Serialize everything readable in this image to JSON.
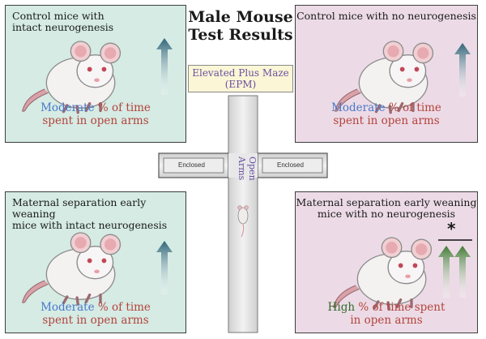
{
  "title": "Male Mouse\nTest Results",
  "title_line1": "Male Mouse",
  "title_line2": "Test Results",
  "maze": {
    "label_line1": "Elevated Plus Maze",
    "label_line2": "(EPM)",
    "enclosed_left": "Enclosed",
    "enclosed_right": "Enclosed",
    "open_arms": "Open Arms"
  },
  "panels": {
    "top_left": {
      "title_line1": "Control mice with",
      "title_line2": "intact neurogenesis",
      "level": "Moderate",
      "rest_line1": " % of time",
      "line2": "spent in open arms",
      "arrows": 1
    },
    "top_right": {
      "title_line1": "Control mice with no neurogenesis",
      "level": "Moderate",
      "rest_line1": " %  of time",
      "line2": "spent in open arms",
      "arrows": 1
    },
    "bottom_left": {
      "title_line1": "Maternal separation early weaning",
      "title_line2": "mice with intact neurogenesis",
      "level": "Moderate",
      "rest_line1": " % of time",
      "line2": "spent in open arms",
      "arrows": 1
    },
    "bottom_right": {
      "title_line1": "Maternal separation early weaning",
      "title_line2": "mice with no neurogenesis",
      "level": "High",
      "rest_line1": " % of time spent",
      "line2": "in open arms",
      "arrows": 2,
      "significance": "*"
    }
  },
  "colors": {
    "control_panel_bg": "#d5ebe4",
    "no_neurogenesis_panel_bg": "#ecdbe6",
    "moderate_text": "#4a78c9",
    "high_text": "#2f6b2a",
    "result_text": "#b4433c",
    "teal_arrow": "#3d6f80",
    "green_arrow": "#3f7a33"
  },
  "icons": {
    "mouse": "mouse-icon",
    "up_arrow": "up-arrow-icon",
    "maze": "plus-maze-icon"
  }
}
